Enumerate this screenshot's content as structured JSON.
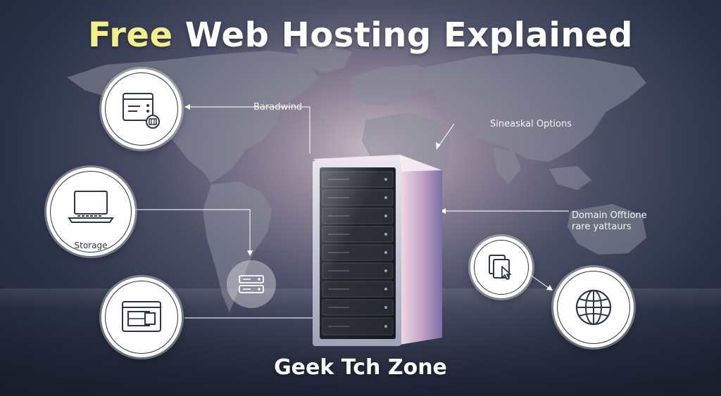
{
  "title": {
    "highlight": "Free",
    "rest": " Web Hosting Explained"
  },
  "brand": "Geek Tch Zone",
  "labels": {
    "bandwidth": "Baradwind",
    "special_options": "Sineaskal Options",
    "domain_line1": "Domain Offtione",
    "domain_line2": "rare yattaurs",
    "storage": "Storage"
  },
  "icons": {
    "bandwidth": "browser-window-icon",
    "storage": "laptop-icon",
    "website": "web-page-icon",
    "small_server": "server-card-icon",
    "cursor": "cursor-click-icon",
    "globe": "globe-icon",
    "server": "server-tower"
  },
  "colors": {
    "title_accent": "#f2f08a",
    "title": "#ffffff",
    "glow": "#f3d6d2"
  }
}
